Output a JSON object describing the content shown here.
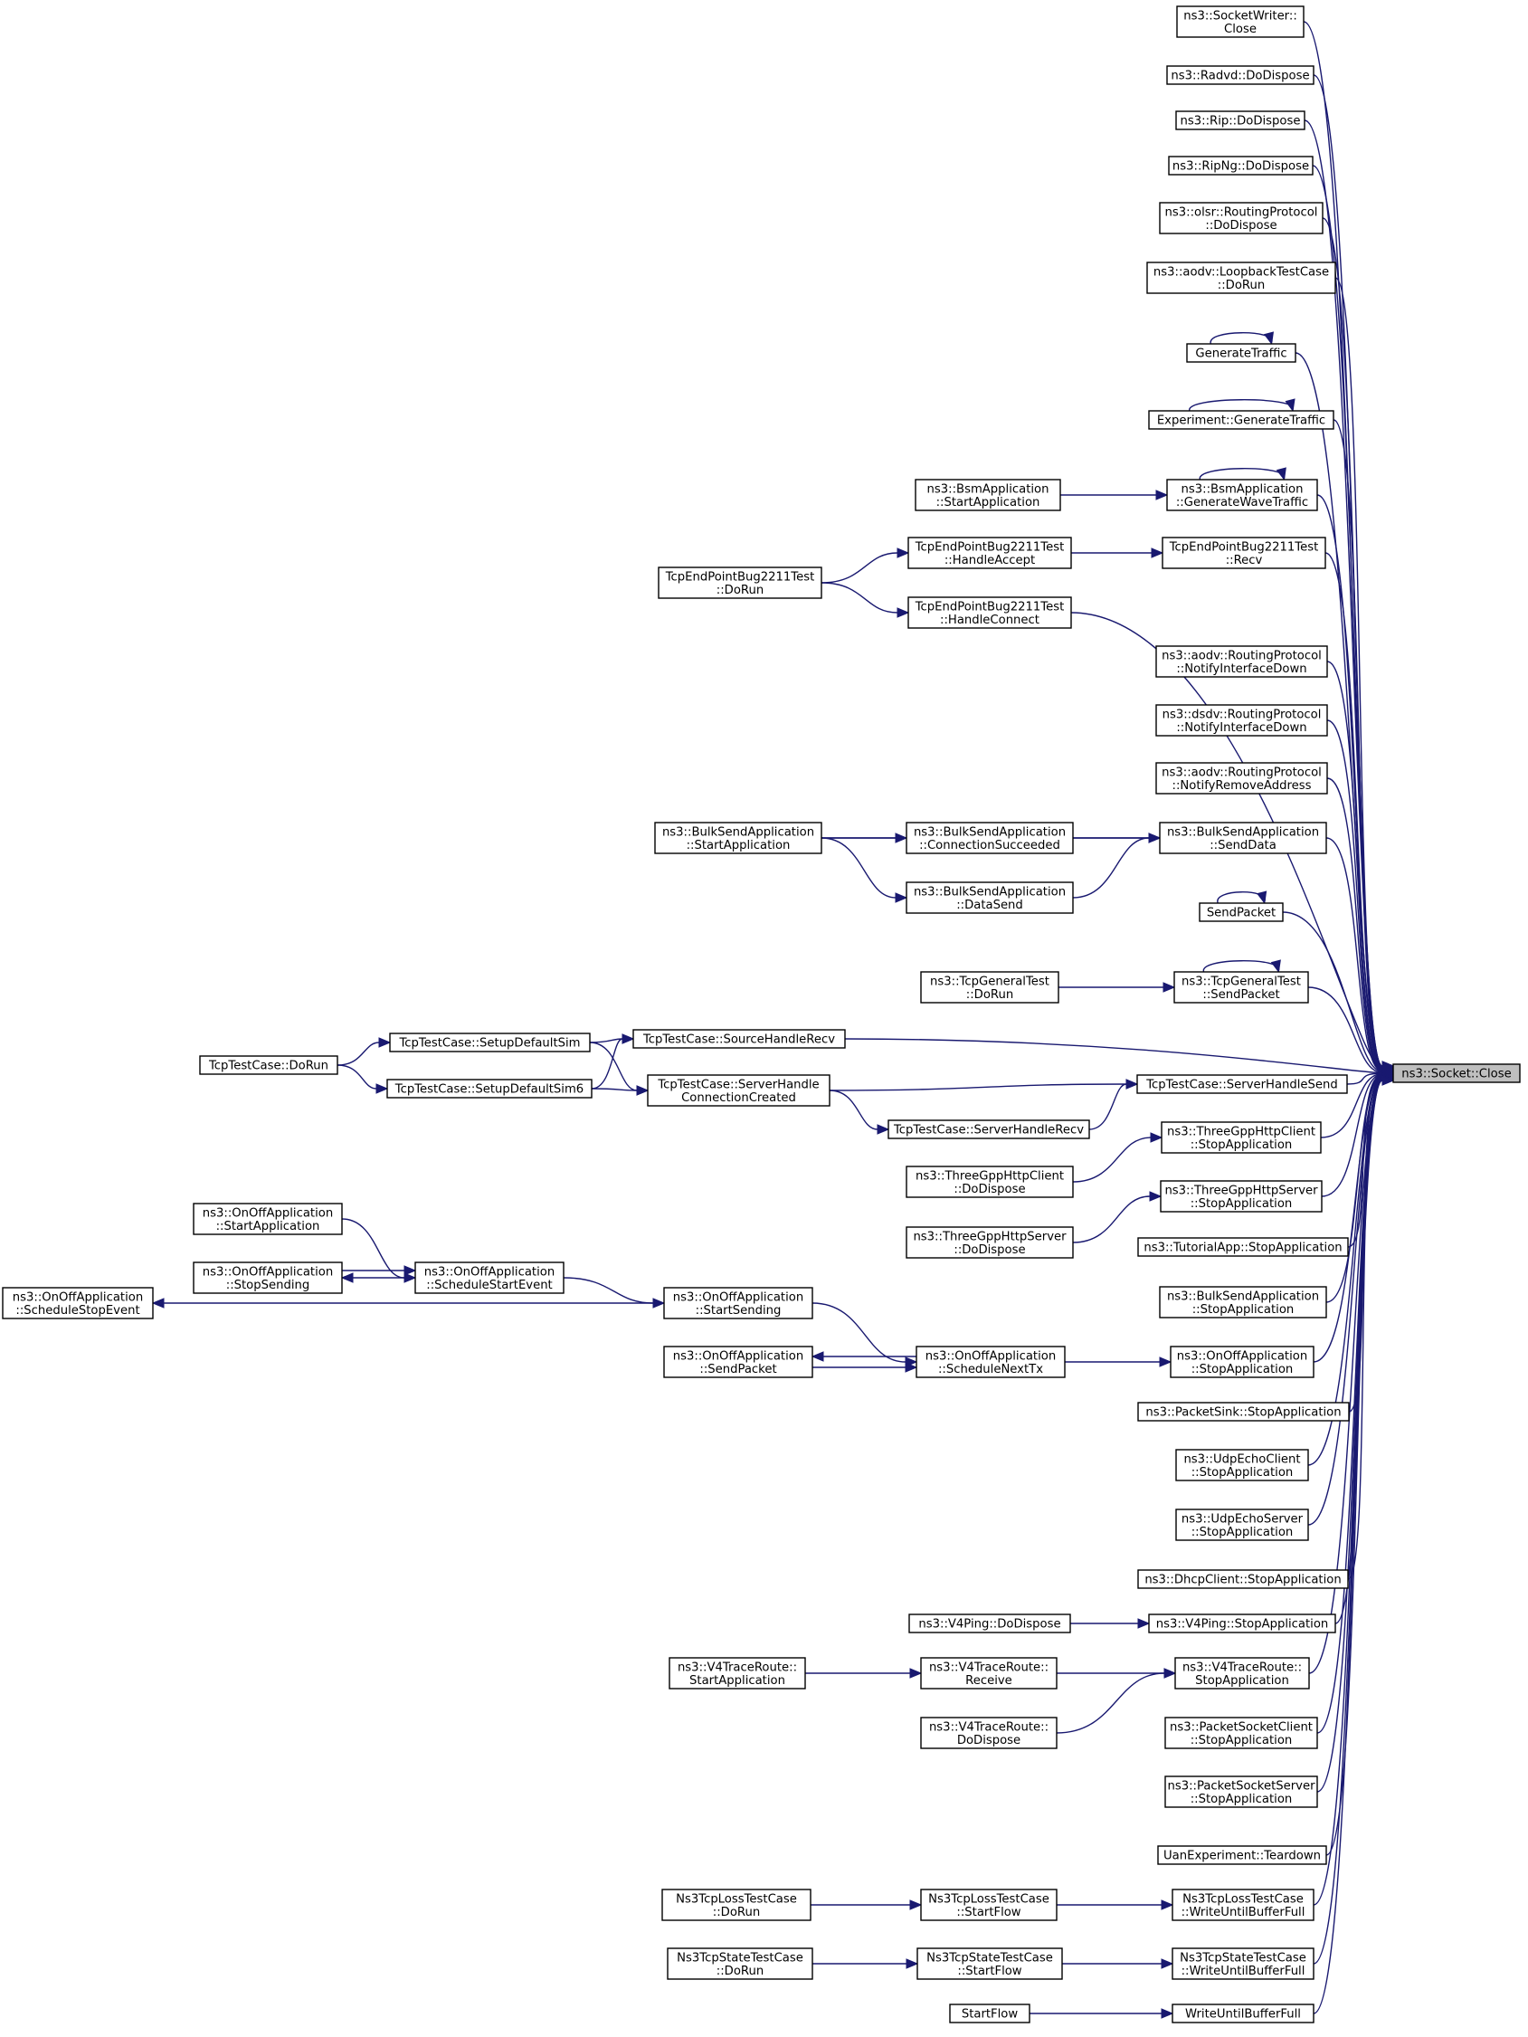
{
  "colors": {
    "edge": "#191970",
    "root_fill": "#bfbfbf",
    "node_fill": "#ffffff",
    "node_stroke": "#000000"
  },
  "nodes": [
    {
      "id": "root",
      "lines": [
        "ns3::Socket::Close"
      ],
      "root": true
    },
    {
      "id": "sw_close",
      "lines": [
        "ns3::SocketWriter::",
        "Close"
      ]
    },
    {
      "id": "radvd",
      "lines": [
        "ns3::Radvd::DoDispose"
      ]
    },
    {
      "id": "rip",
      "lines": [
        "ns3::Rip::DoDispose"
      ]
    },
    {
      "id": "ripng",
      "lines": [
        "ns3::RipNg::DoDispose"
      ]
    },
    {
      "id": "olsr",
      "lines": [
        "ns3::olsr::RoutingProtocol",
        "::DoDispose"
      ]
    },
    {
      "id": "aodv_lb",
      "lines": [
        "ns3::aodv::LoopbackTestCase",
        "::DoRun"
      ]
    },
    {
      "id": "gentraffic",
      "lines": [
        "GenerateTraffic"
      ]
    },
    {
      "id": "exp_gentraffic",
      "lines": [
        "Experiment::GenerateTraffic"
      ]
    },
    {
      "id": "bsm_gen",
      "lines": [
        "ns3::BsmApplication",
        "::GenerateWaveTraffic"
      ]
    },
    {
      "id": "bsm_start",
      "lines": [
        "ns3::BsmApplication",
        "::StartApplication"
      ]
    },
    {
      "id": "tep_recv",
      "lines": [
        "TcpEndPointBug2211Test",
        "::Recv"
      ]
    },
    {
      "id": "tep_accept",
      "lines": [
        "TcpEndPointBug2211Test",
        "::HandleAccept"
      ]
    },
    {
      "id": "tep_dorun",
      "lines": [
        "TcpEndPointBug2211Test",
        "::DoRun"
      ]
    },
    {
      "id": "tep_connect",
      "lines": [
        "TcpEndPointBug2211Test",
        "::HandleConnect"
      ]
    },
    {
      "id": "aodv_nid",
      "lines": [
        "ns3::aodv::RoutingProtocol",
        "::NotifyInterfaceDown"
      ]
    },
    {
      "id": "dsdv_nid",
      "lines": [
        "ns3::dsdv::RoutingProtocol",
        "::NotifyInterfaceDown"
      ]
    },
    {
      "id": "aodv_nra",
      "lines": [
        "ns3::aodv::RoutingProtocol",
        "::NotifyRemoveAddress"
      ]
    },
    {
      "id": "bulk_senddata",
      "lines": [
        "ns3::BulkSendApplication",
        "::SendData"
      ]
    },
    {
      "id": "bulk_start",
      "lines": [
        "ns3::BulkSendApplication",
        "::StartApplication"
      ]
    },
    {
      "id": "bulk_connsucc",
      "lines": [
        "ns3::BulkSendApplication",
        "::ConnectionSucceeded"
      ]
    },
    {
      "id": "bulk_datasend",
      "lines": [
        "ns3::BulkSendApplication",
        "::DataSend"
      ]
    },
    {
      "id": "sendpacket",
      "lines": [
        "SendPacket"
      ]
    },
    {
      "id": "tcpgen_send",
      "lines": [
        "ns3::TcpGeneralTest",
        "::SendPacket"
      ]
    },
    {
      "id": "tcpgen_dorun",
      "lines": [
        "ns3::TcpGeneralTest",
        "::DoRun"
      ]
    },
    {
      "id": "tc_dorun",
      "lines": [
        "TcpTestCase::DoRun"
      ]
    },
    {
      "id": "tc_setup",
      "lines": [
        "TcpTestCase::SetupDefaultSim"
      ]
    },
    {
      "id": "tc_setup6",
      "lines": [
        "TcpTestCase::SetupDefaultSim6"
      ]
    },
    {
      "id": "tc_srcrecv",
      "lines": [
        "TcpTestCase::SourceHandleRecv"
      ]
    },
    {
      "id": "tc_srvconn",
      "lines": [
        "TcpTestCase::ServerHandle",
        "ConnectionCreated"
      ]
    },
    {
      "id": "tc_srvsend",
      "lines": [
        "TcpTestCase::ServerHandleSend"
      ]
    },
    {
      "id": "tc_srvrecv",
      "lines": [
        "TcpTestCase::ServerHandleRecv"
      ]
    },
    {
      "id": "tghc_stop",
      "lines": [
        "ns3::ThreeGppHttpClient",
        "::StopApplication"
      ]
    },
    {
      "id": "tghc_disp",
      "lines": [
        "ns3::ThreeGppHttpClient",
        "::DoDispose"
      ]
    },
    {
      "id": "tghs_stop",
      "lines": [
        "ns3::ThreeGppHttpServer",
        "::StopApplication"
      ]
    },
    {
      "id": "tghs_disp",
      "lines": [
        "ns3::ThreeGppHttpServer",
        "::DoDispose"
      ]
    },
    {
      "id": "tut_stop",
      "lines": [
        "ns3::TutorialApp::StopApplication"
      ]
    },
    {
      "id": "bulk_stop",
      "lines": [
        "ns3::BulkSendApplication",
        "::StopApplication"
      ]
    },
    {
      "id": "onoff_stop",
      "lines": [
        "ns3::OnOffApplication",
        "::StopApplication"
      ]
    },
    {
      "id": "onoff_start",
      "lines": [
        "ns3::OnOffApplication",
        "::StartApplication"
      ]
    },
    {
      "id": "onoff_stopsend",
      "lines": [
        "ns3::OnOffApplication",
        "::StopSending"
      ]
    },
    {
      "id": "onoff_sse",
      "lines": [
        "ns3::OnOffApplication",
        "::ScheduleStartEvent"
      ]
    },
    {
      "id": "onoff_sstop",
      "lines": [
        "ns3::OnOffApplication",
        "::ScheduleStopEvent"
      ]
    },
    {
      "id": "onoff_startsend",
      "lines": [
        "ns3::OnOffApplication",
        "::StartSending"
      ]
    },
    {
      "id": "onoff_sendpkt",
      "lines": [
        "ns3::OnOffApplication",
        "::SendPacket"
      ]
    },
    {
      "id": "onoff_snt",
      "lines": [
        "ns3::OnOffApplication",
        "::ScheduleNextTx"
      ]
    },
    {
      "id": "sink_stop",
      "lines": [
        "ns3::PacketSink::StopApplication"
      ]
    },
    {
      "id": "uec_stop",
      "lines": [
        "ns3::UdpEchoClient",
        "::StopApplication"
      ]
    },
    {
      "id": "ues_stop",
      "lines": [
        "ns3::UdpEchoServer",
        "::StopApplication"
      ]
    },
    {
      "id": "dhcp_stop",
      "lines": [
        "ns3::DhcpClient::StopApplication"
      ]
    },
    {
      "id": "v4p_disp",
      "lines": [
        "ns3::V4Ping::DoDispose"
      ]
    },
    {
      "id": "v4p_stop",
      "lines": [
        "ns3::V4Ping::StopApplication"
      ]
    },
    {
      "id": "v4t_start",
      "lines": [
        "ns3::V4TraceRoute::",
        "StartApplication"
      ]
    },
    {
      "id": "v4t_recv",
      "lines": [
        "ns3::V4TraceRoute::",
        "Receive"
      ]
    },
    {
      "id": "v4t_stop",
      "lines": [
        "ns3::V4TraceRoute::",
        "StopApplication"
      ]
    },
    {
      "id": "v4t_disp",
      "lines": [
        "ns3::V4TraceRoute::",
        "DoDispose"
      ]
    },
    {
      "id": "psc_stop",
      "lines": [
        "ns3::PacketSocketClient",
        "::StopApplication"
      ]
    },
    {
      "id": "pss_stop",
      "lines": [
        "ns3::PacketSocketServer",
        "::StopApplication"
      ]
    },
    {
      "id": "uan_td",
      "lines": [
        "UanExperiment::Teardown"
      ]
    },
    {
      "id": "loss_dorun",
      "lines": [
        "Ns3TcpLossTestCase",
        "::DoRun"
      ]
    },
    {
      "id": "loss_sf",
      "lines": [
        "Ns3TcpLossTestCase",
        "::StartFlow"
      ]
    },
    {
      "id": "loss_wubf",
      "lines": [
        "Ns3TcpLossTestCase",
        "::WriteUntilBufferFull"
      ]
    },
    {
      "id": "state_dorun",
      "lines": [
        "Ns3TcpStateTestCase",
        "::DoRun"
      ]
    },
    {
      "id": "state_sf",
      "lines": [
        "Ns3TcpStateTestCase",
        "::StartFlow"
      ]
    },
    {
      "id": "state_wubf",
      "lines": [
        "Ns3TcpStateTestCase",
        "::WriteUntilBufferFull"
      ]
    },
    {
      "id": "startflow",
      "lines": [
        "StartFlow"
      ]
    },
    {
      "id": "wubf",
      "lines": [
        "WriteUntilBufferFull"
      ]
    }
  ],
  "edges": [
    [
      "sw_close",
      "root"
    ],
    [
      "radvd",
      "root"
    ],
    [
      "rip",
      "root"
    ],
    [
      "ripng",
      "root"
    ],
    [
      "olsr",
      "root"
    ],
    [
      "aodv_lb",
      "root"
    ],
    [
      "gentraffic",
      "root"
    ],
    [
      "gentraffic",
      "gentraffic"
    ],
    [
      "exp_gentraffic",
      "root"
    ],
    [
      "exp_gentraffic",
      "exp_gentraffic"
    ],
    [
      "bsm_gen",
      "root"
    ],
    [
      "bsm_gen",
      "bsm_gen"
    ],
    [
      "bsm_start",
      "bsm_gen"
    ],
    [
      "tep_recv",
      "root"
    ],
    [
      "tep_accept",
      "tep_recv"
    ],
    [
      "tep_dorun",
      "tep_accept"
    ],
    [
      "tep_dorun",
      "tep_connect"
    ],
    [
      "tep_connect",
      "root"
    ],
    [
      "aodv_nid",
      "root"
    ],
    [
      "dsdv_nid",
      "root"
    ],
    [
      "aodv_nra",
      "root"
    ],
    [
      "bulk_senddata",
      "root"
    ],
    [
      "bulk_start",
      "bulk_senddata"
    ],
    [
      "bulk_start",
      "bulk_connsucc"
    ],
    [
      "bulk_start",
      "bulk_datasend"
    ],
    [
      "bulk_connsucc",
      "bulk_senddata"
    ],
    [
      "bulk_datasend",
      "bulk_senddata"
    ],
    [
      "sendpacket",
      "root"
    ],
    [
      "sendpacket",
      "sendpacket"
    ],
    [
      "tcpgen_send",
      "root"
    ],
    [
      "tcpgen_send",
      "tcpgen_send"
    ],
    [
      "tcpgen_dorun",
      "tcpgen_send"
    ],
    [
      "tc_dorun",
      "tc_setup"
    ],
    [
      "tc_dorun",
      "tc_setup6"
    ],
    [
      "tc_setup",
      "tc_srcrecv"
    ],
    [
      "tc_setup",
      "tc_srvconn"
    ],
    [
      "tc_setup6",
      "tc_srcrecv"
    ],
    [
      "tc_setup6",
      "tc_srvconn"
    ],
    [
      "tc_srcrecv",
      "root"
    ],
    [
      "tc_srvconn",
      "tc_srvsend"
    ],
    [
      "tc_srvconn",
      "tc_srvrecv"
    ],
    [
      "tc_srvrecv",
      "tc_srvsend"
    ],
    [
      "tc_srvsend",
      "root"
    ],
    [
      "tghc_stop",
      "root"
    ],
    [
      "tghc_disp",
      "tghc_stop"
    ],
    [
      "tghs_stop",
      "root"
    ],
    [
      "tghs_disp",
      "tghs_stop"
    ],
    [
      "tut_stop",
      "root"
    ],
    [
      "bulk_stop",
      "root"
    ],
    [
      "onoff_stop",
      "root"
    ],
    [
      "onoff_start",
      "onoff_sse"
    ],
    [
      "onoff_stopsend",
      "onoff_sse"
    ],
    [
      "onoff_sse",
      "onoff_stopsend"
    ],
    [
      "onoff_sse",
      "onoff_startsend"
    ],
    [
      "onoff_startsend",
      "onoff_sstop"
    ],
    [
      "onoff_startsend",
      "onoff_snt"
    ],
    [
      "onoff_snt",
      "onoff_stop"
    ],
    [
      "onoff_snt",
      "onoff_sendpkt"
    ],
    [
      "onoff_sendpkt",
      "onoff_snt"
    ],
    [
      "sink_stop",
      "root"
    ],
    [
      "uec_stop",
      "root"
    ],
    [
      "ues_stop",
      "root"
    ],
    [
      "dhcp_stop",
      "root"
    ],
    [
      "v4p_disp",
      "v4p_stop"
    ],
    [
      "v4p_stop",
      "root"
    ],
    [
      "v4t_start",
      "v4t_recv"
    ],
    [
      "v4t_recv",
      "v4t_stop"
    ],
    [
      "v4t_disp",
      "v4t_stop"
    ],
    [
      "v4t_stop",
      "root"
    ],
    [
      "psc_stop",
      "root"
    ],
    [
      "pss_stop",
      "root"
    ],
    [
      "uan_td",
      "root"
    ],
    [
      "loss_dorun",
      "loss_sf"
    ],
    [
      "loss_sf",
      "loss_wubf"
    ],
    [
      "loss_wubf",
      "root"
    ],
    [
      "state_dorun",
      "state_sf"
    ],
    [
      "state_sf",
      "state_wubf"
    ],
    [
      "state_wubf",
      "root"
    ],
    [
      "startflow",
      "wubf"
    ],
    [
      "wubf",
      "root"
    ]
  ]
}
